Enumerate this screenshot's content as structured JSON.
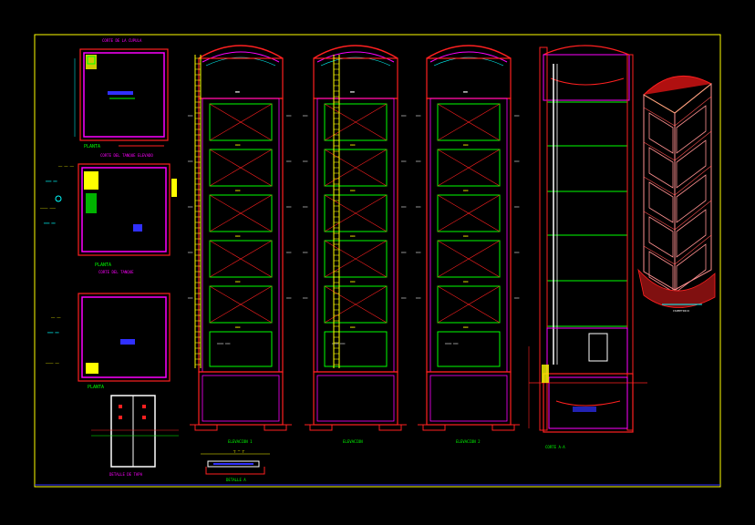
{
  "drawing": {
    "background": "#000000",
    "colors": {
      "frame": "#ffff00",
      "wall": "#ff2020",
      "wall_inner": "#ff00ff",
      "green": "#00ff00",
      "cyan": "#00ffff",
      "yellow": "#ffff00",
      "white": "#ffffff",
      "blue": "#3030ff"
    },
    "view_titles": {
      "plan_top": "CORTE DE LA CUPULA",
      "plan_mid": "PLANTA",
      "plan_mid_sub": "CORTE DEL TANQUE ELEVADO",
      "plan_bot": "PLANTA",
      "plan_small": "DETALLE DE TAPA",
      "elev_1": "ELEVACION 1",
      "elev_2": "ELEVACION",
      "elev_3": "ELEVACION 2",
      "section": "CORTE A-A",
      "detail": "DETALLE A",
      "iso": "ISOMETRICO"
    },
    "room_labels": {
      "level_tag": "NIVEL",
      "tank_label": "TANQUE ELEVADO",
      "cistern_label": "CISTERNA",
      "floor_label": "PISO",
      "water_label": "AGUA"
    },
    "callouts": {
      "salida": "SALIDA",
      "llega": "LLEGA",
      "ventilacion": "VENTILACION"
    }
  }
}
